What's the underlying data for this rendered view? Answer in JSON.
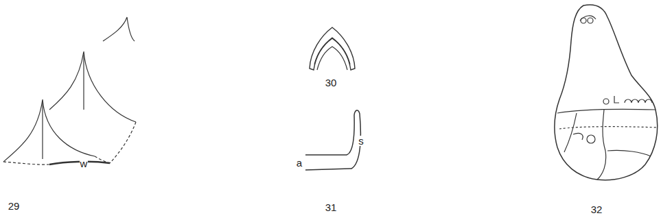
{
  "diagram": {
    "labels": [
      "w",
      "29",
      "30",
      "a",
      "s",
      "31",
      "32"
    ]
  }
}
